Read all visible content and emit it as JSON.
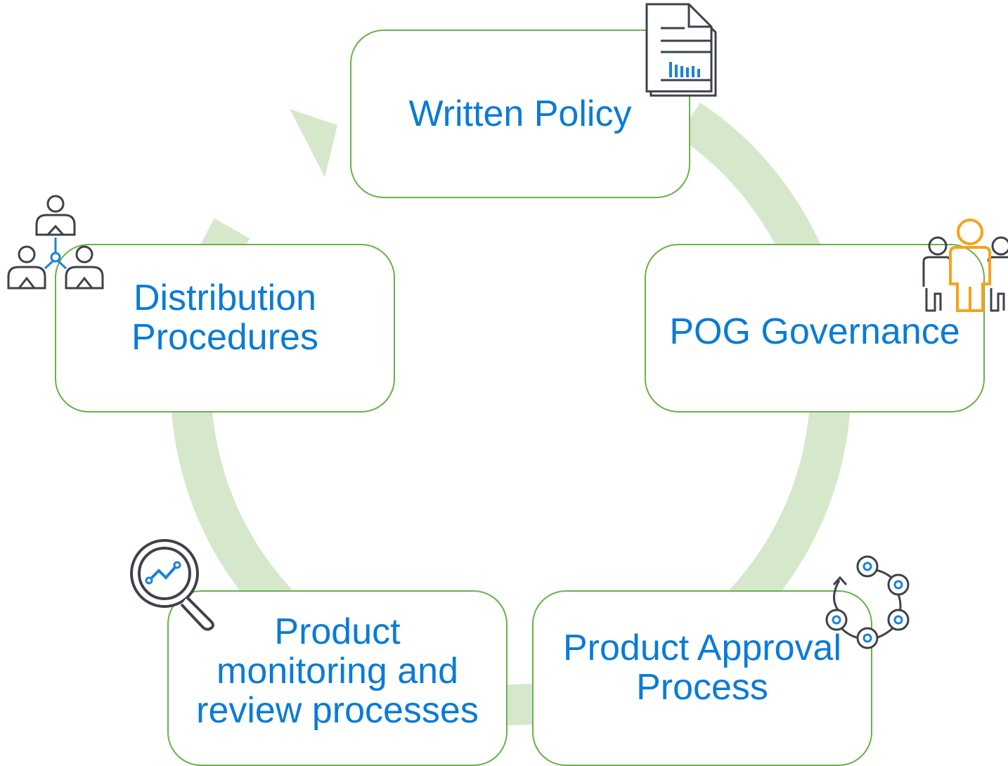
{
  "colors": {
    "ring": "#d6e8cc",
    "box_border": "#6ab04c",
    "text": "#0a7bd6",
    "icon_dark": "#3d424a",
    "icon_accent": "#1a82d9",
    "icon_highlight": "#f5a31a"
  },
  "steps": [
    {
      "id": "written-policy",
      "lines": [
        "Written Policy"
      ],
      "icon": "document-chart-icon"
    },
    {
      "id": "pog-governance",
      "lines": [
        "POG Governance"
      ],
      "icon": "people-group-icon"
    },
    {
      "id": "product-approval-process",
      "lines": [
        "Product Approval",
        "Process"
      ],
      "icon": "process-cycle-icon"
    },
    {
      "id": "product-monitoring",
      "lines": [
        "Product",
        "monitoring and",
        "review processes"
      ],
      "icon": "magnifier-chart-icon"
    },
    {
      "id": "distribution-procedures",
      "lines": [
        "Distribution",
        "Procedures"
      ],
      "icon": "network-people-icon"
    }
  ]
}
